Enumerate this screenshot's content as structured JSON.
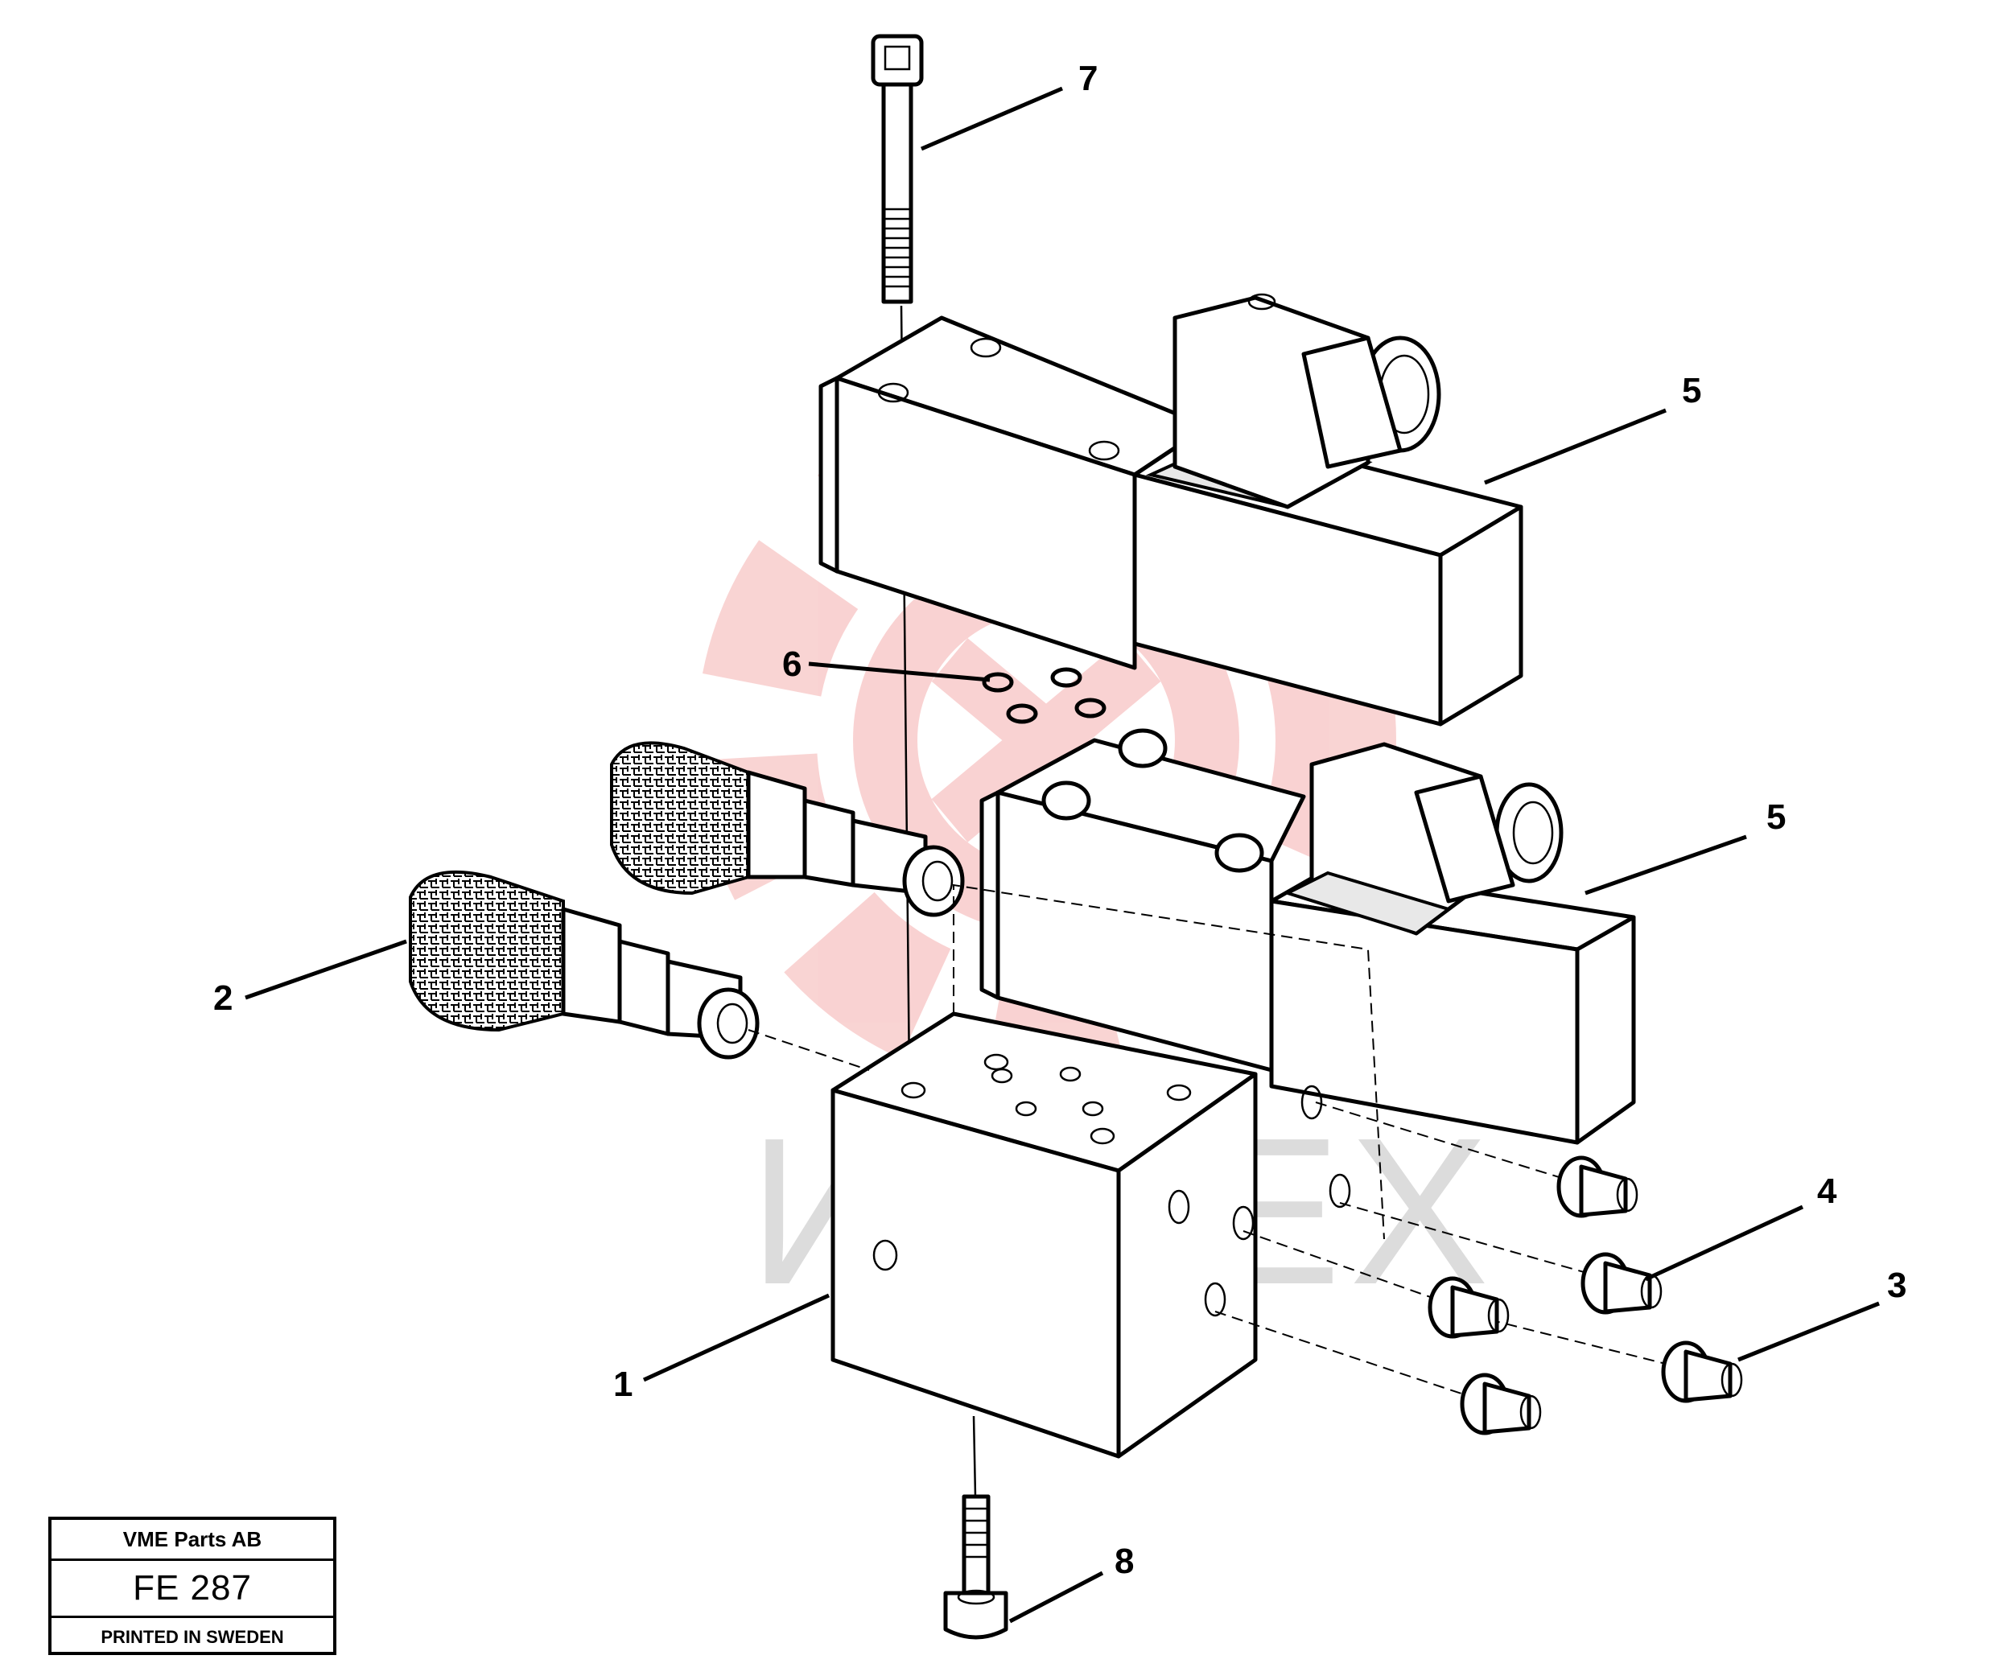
{
  "watermark": {
    "text": "ИНТЕХ",
    "logo_color": "#f5a3a3"
  },
  "callouts": [
    "7",
    "5",
    "6",
    "5",
    "2",
    "4",
    "3",
    "1",
    "8"
  ],
  "title_block": {
    "company": "VME Parts AB",
    "code": "FE 287",
    "printed": "PRINTED IN SWEDEN"
  }
}
